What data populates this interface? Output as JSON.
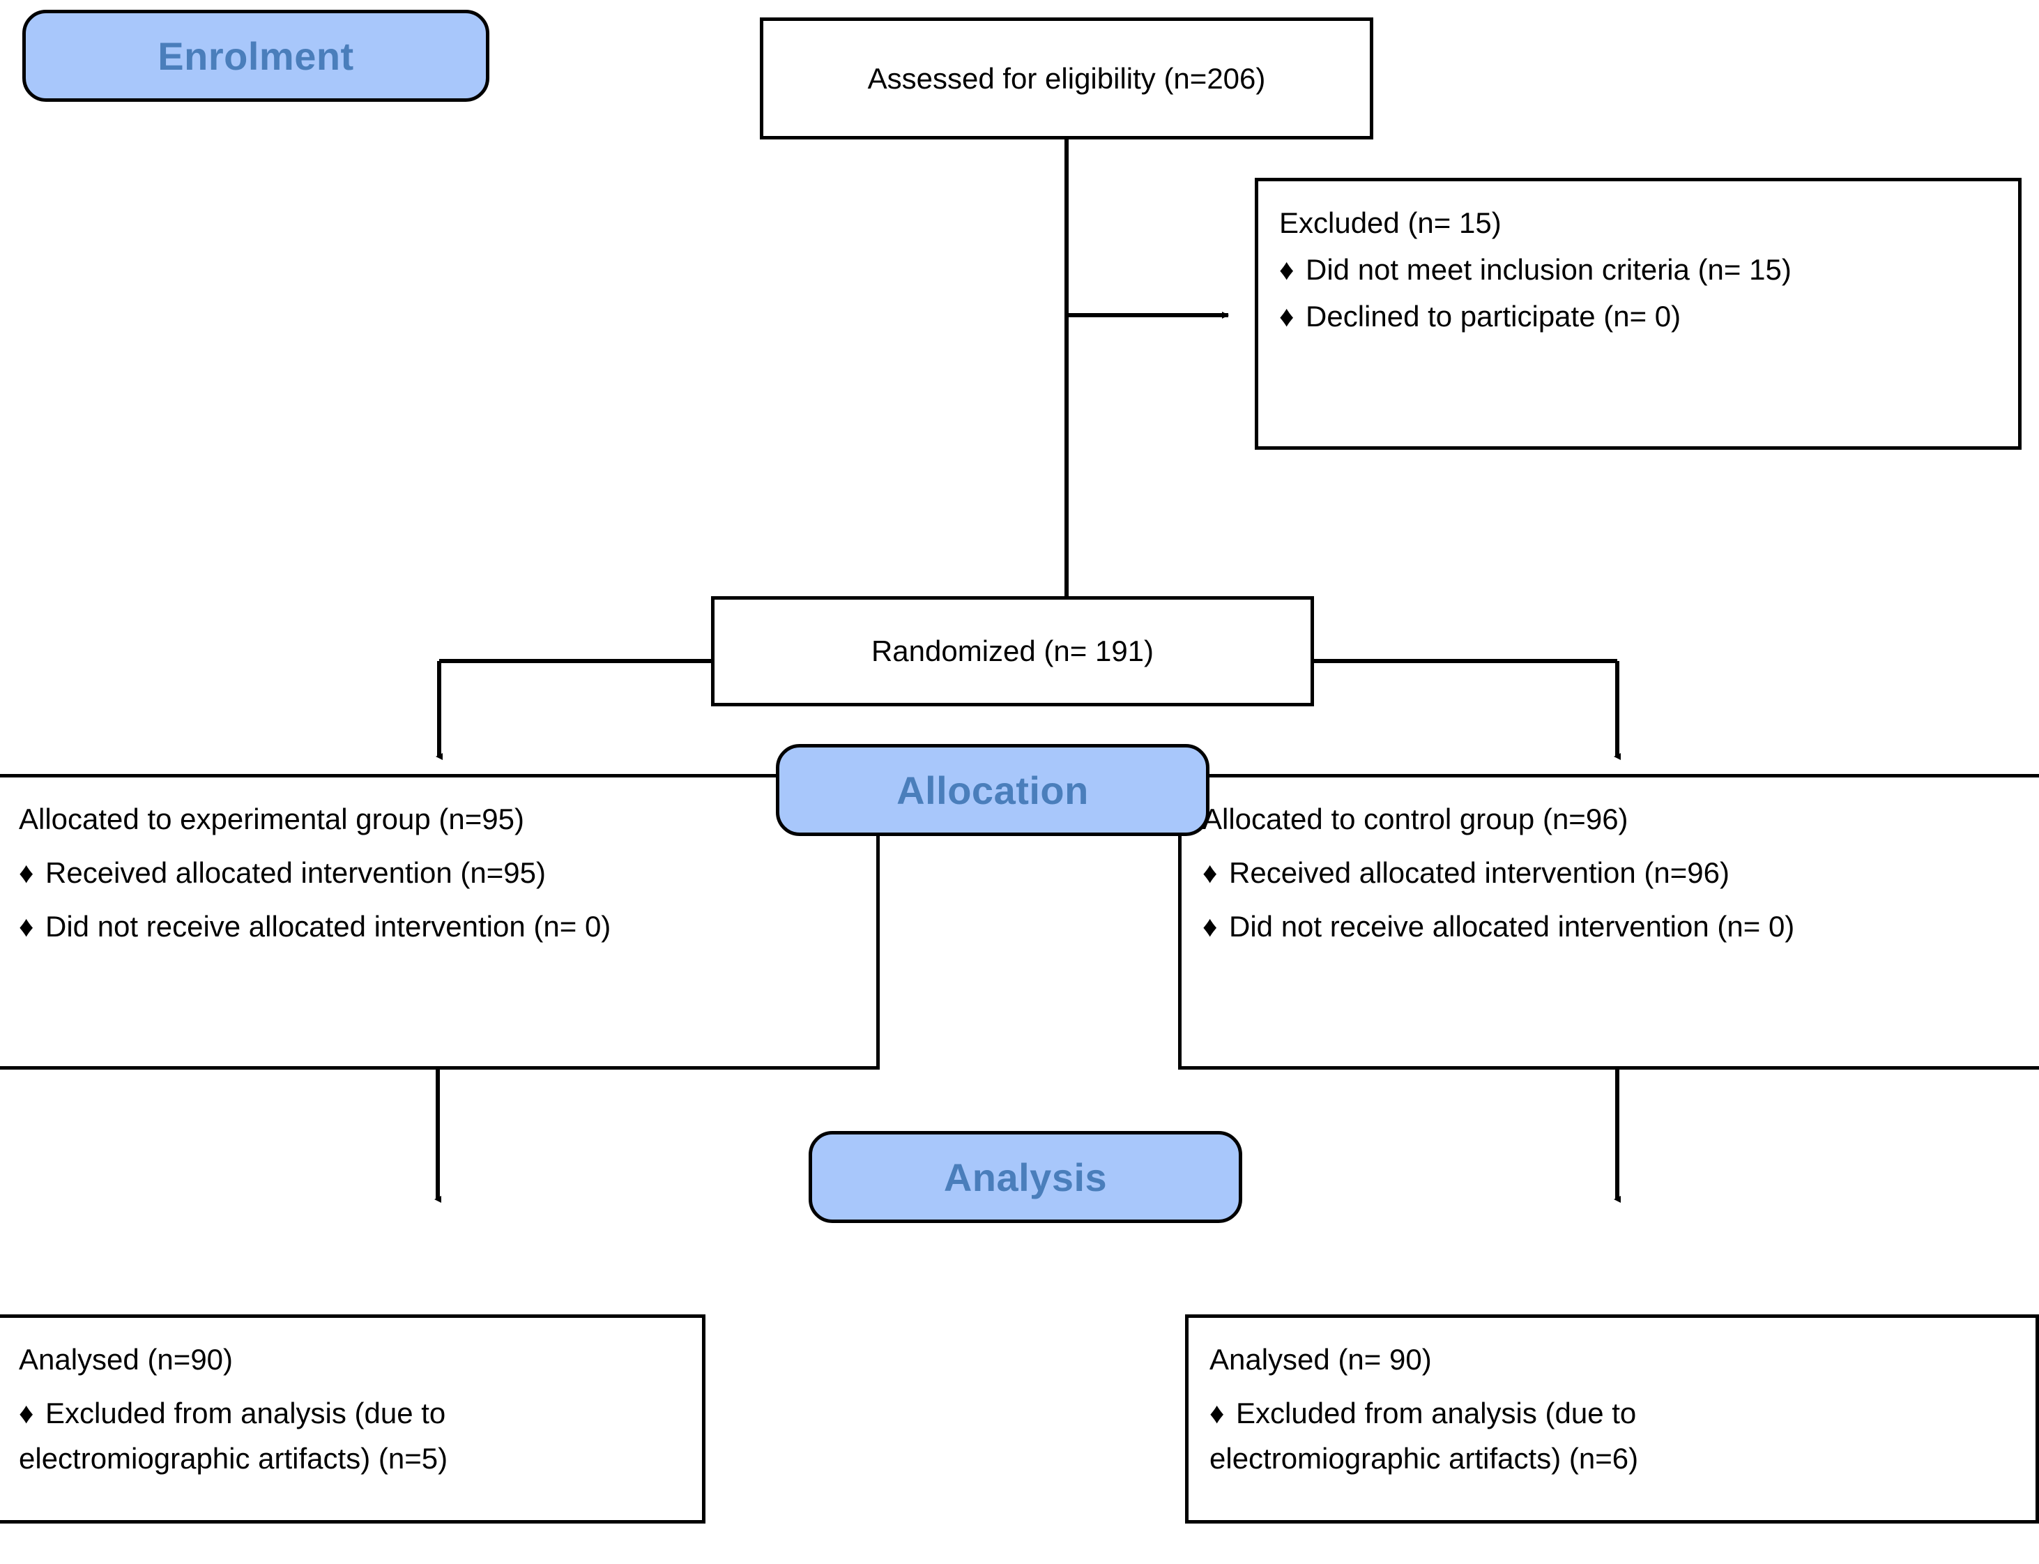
{
  "diagram": {
    "title": "CONSORT flow diagram",
    "stages": [
      {
        "id": "enrolment",
        "label": "Enrolment"
      },
      {
        "id": "allocation",
        "label": "Allocation"
      },
      {
        "id": "analysis",
        "label": "Analysis"
      }
    ],
    "colors": {
      "badge_fill": "#a8c7fb",
      "badge_text": "#4a7ebb",
      "box_border": "#000000",
      "box_fill": "#ffffff",
      "connector": "#000000"
    },
    "bullet_glyph": "♦",
    "boxes": {
      "assessed": {
        "line1": "Assessed for eligibility (n=206)"
      },
      "excluded": {
        "line1": "Excluded (n= 15)",
        "bullets": [
          "Did not meet inclusion criteria (n= 15)",
          "Declined to participate (n= 0)"
        ]
      },
      "randomized": {
        "line1": "Randomized (n= 191)"
      },
      "allocated_experimental": {
        "line1": "Allocated to experimental group (n=95)",
        "bullets": [
          "Received allocated intervention (n=95)",
          "Did not receive allocated intervention (n= 0)"
        ]
      },
      "allocated_control": {
        "line1": "Allocated to control group (n=96)",
        "bullets": [
          "Received allocated intervention (n=96)",
          "Did not receive allocated intervention (n= 0)"
        ]
      },
      "analysed_experimental": {
        "line1": "Analysed (n=90)",
        "bullet_line1": "Excluded from analysis (due to",
        "bullet_line2": "electromiographic artifacts) (n=5)"
      },
      "analysed_control": {
        "line1": "Analysed (n= 90)",
        "bullet_line1": "Excluded from analysis (due to",
        "bullet_line2": "electromiographic artifacts) (n=6)"
      }
    }
  }
}
